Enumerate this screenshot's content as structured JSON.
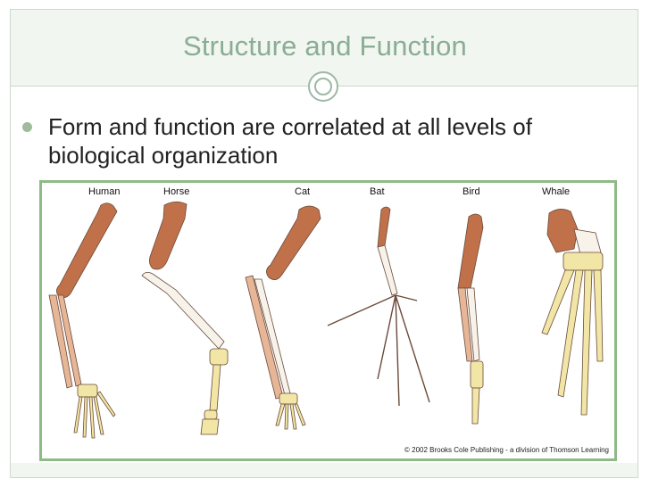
{
  "slide": {
    "title": "Structure and Function",
    "bullet": "Form and function are correlated at all levels of biological organization"
  },
  "figure": {
    "labels": [
      "Human",
      "Horse",
      "Cat",
      "Bat",
      "Bird",
      "Whale"
    ],
    "credit": "© 2002 Brooks Cole Publishing - a division of Thomson Learning",
    "colors": {
      "upper_bone": "#c0714a",
      "forearm_bone": "#e7b697",
      "hand_bone": "#f2e6a6",
      "outline": "#6a4a3a",
      "border": "#8dbb86"
    }
  }
}
